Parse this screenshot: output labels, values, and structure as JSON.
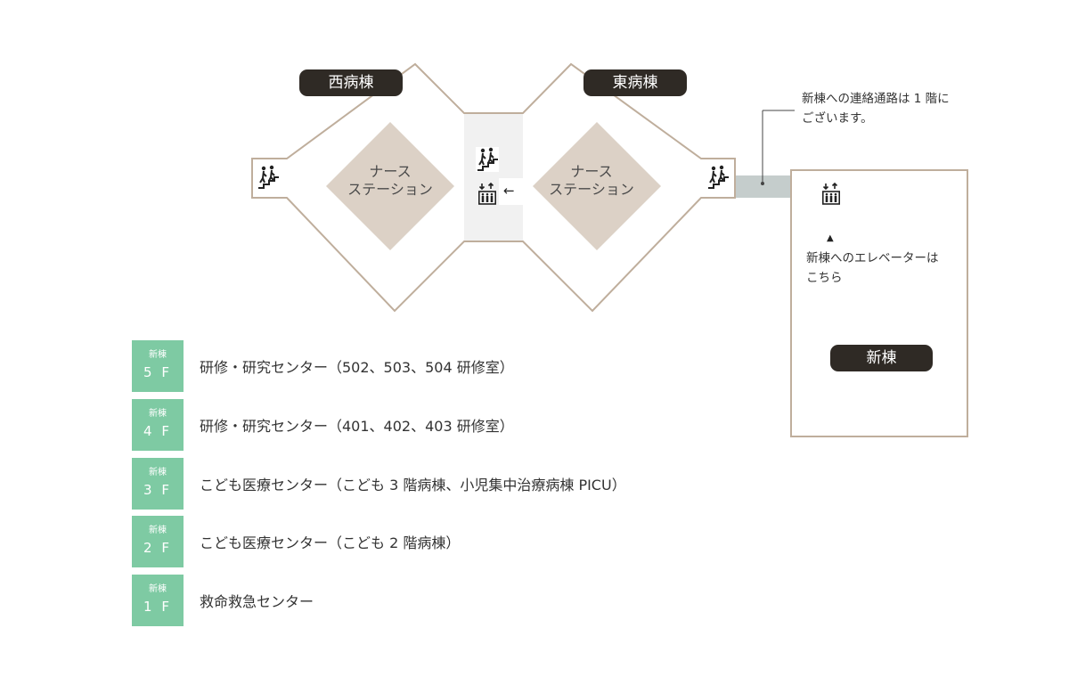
{
  "colors": {
    "outline": "#bfae9c",
    "station_fill": "#dcd1c6",
    "core_fill": "#f1f1f1",
    "corridor": "#c5cdcc",
    "badge_dark": "#2f2a25",
    "floor_green": "#7ecaa3"
  },
  "wings": {
    "west": "西病棟",
    "east": "東病棟",
    "new": "新棟"
  },
  "stations": {
    "west": [
      "ナース",
      "ステーション"
    ],
    "east": [
      "ナース",
      "ステーション"
    ]
  },
  "notes": {
    "connection": [
      "新棟への連絡通路は 1 階に",
      "ございます。"
    ],
    "elevator_marker": "▲",
    "elevator": [
      "新棟へのエレベーターは",
      "こちら"
    ],
    "arrow": "←"
  },
  "icons": [
    "stairs-icon",
    "elevator-icon"
  ],
  "floors": [
    {
      "building": "新棟",
      "floor": "5 F",
      "desc": "研修・研究センター（502、503、504 研修室）"
    },
    {
      "building": "新棟",
      "floor": "4 F",
      "desc": "研修・研究センター（401、402、403 研修室）"
    },
    {
      "building": "新棟",
      "floor": "3 F",
      "desc": "こども医療センター（こども 3 階病棟、小児集中治療病棟 PICU）"
    },
    {
      "building": "新棟",
      "floor": "2 F",
      "desc": "こども医療センター（こども 2 階病棟）"
    },
    {
      "building": "新棟",
      "floor": "1 F",
      "desc": "救命救急センター"
    }
  ]
}
